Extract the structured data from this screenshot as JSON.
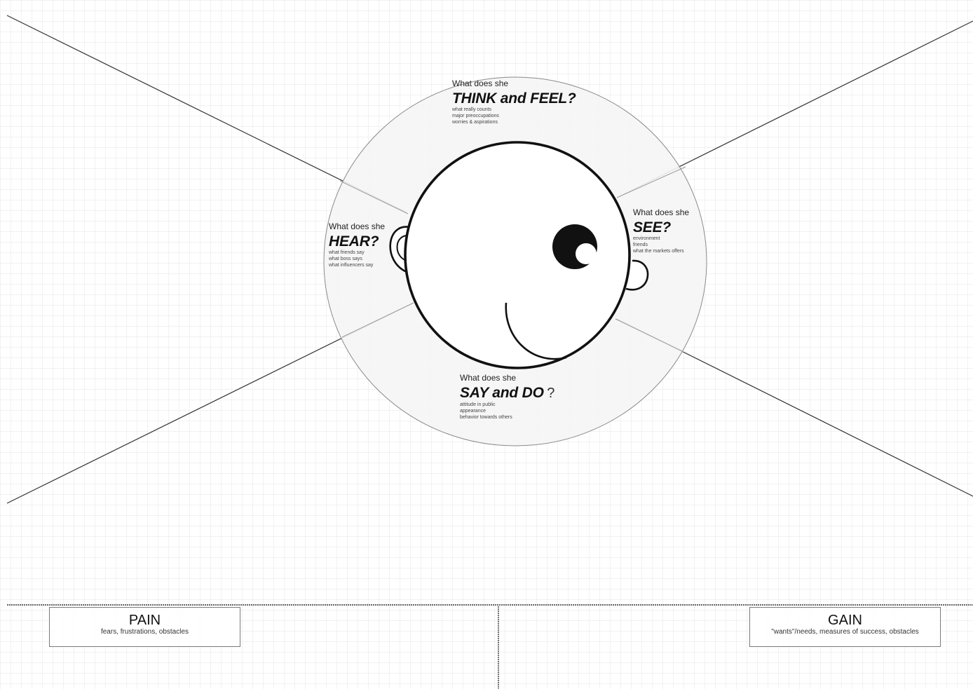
{
  "think_feel": {
    "prompt": "What does she",
    "heading": "THINK and FEEL?",
    "details": [
      "what really counts",
      "major preoccupations",
      "worries & aspirations"
    ]
  },
  "hear": {
    "prompt": "What does she",
    "heading": "HEAR?",
    "details": [
      "what friends say",
      "what boss says",
      "what influencers say"
    ]
  },
  "see": {
    "prompt": "What does she",
    "heading": "SEE?",
    "details": [
      "environment",
      "friends",
      "what the markets offers"
    ]
  },
  "say_do": {
    "prompt": "What does she",
    "heading": "SAY and DO",
    "heading_suffix": "?",
    "details": [
      "attitude in public",
      "appearance",
      "behavior towards others"
    ]
  },
  "pain": {
    "title": "PAIN",
    "subtitle": "fears, frustrations, obstacles"
  },
  "gain": {
    "title": "GAIN",
    "subtitle": "\"wants\"/needs, measures of success, obstacles"
  },
  "colors": {
    "grid": "#e6e6e6",
    "lines": "#333333",
    "ring_fill": "#f4f4f4",
    "ink": "#111111"
  }
}
